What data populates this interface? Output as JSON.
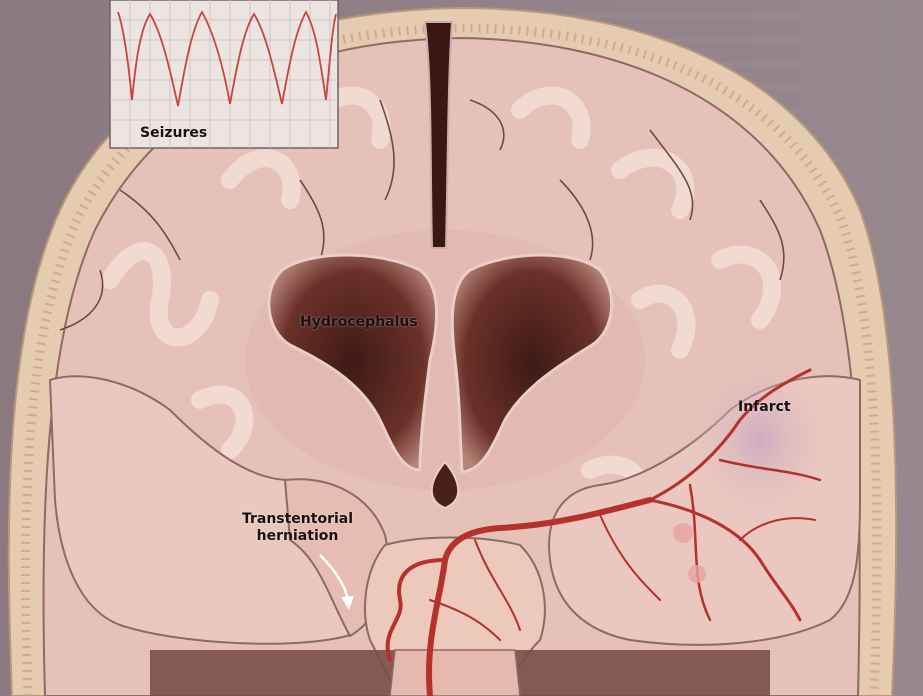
{
  "labels": {
    "seizures": "Seizures",
    "hydrocephalus": "Hydrocephalus",
    "infarct": "Infarct",
    "transtentorial_line1": "Transtentorial",
    "transtentorial_line2": "herniation"
  },
  "colors": {
    "page": "#8c7d83",
    "skull": "#e9d2b6",
    "brain": "#e8c5bd",
    "white_matter": "#f1dbd2",
    "ventricle": "#5a2b24",
    "artery": "#b4322b",
    "eeg_trace": "#c9453c"
  }
}
